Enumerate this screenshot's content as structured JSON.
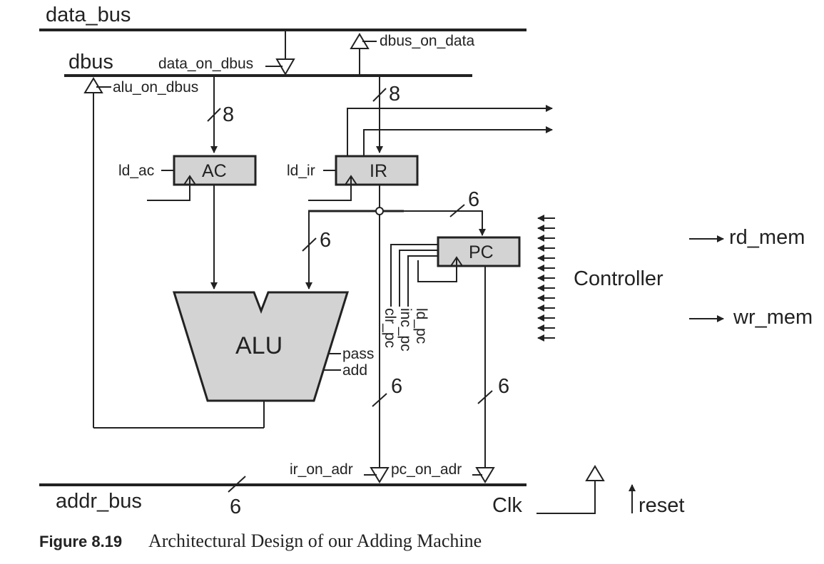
{
  "buses": {
    "data_bus": "data_bus",
    "dbus": "dbus",
    "addr_bus": "addr_bus"
  },
  "signals": {
    "data_on_dbus": "data_on_dbus",
    "dbus_on_data": "dbus_on_data",
    "alu_on_dbus": "alu_on_dbus",
    "ld_ac": "ld_ac",
    "ld_ir": "ld_ir",
    "clr_pc": "clr_pc",
    "inc_pc": "inc_pc",
    "ld_pc": "ld_pc",
    "pass": "pass",
    "add": "add",
    "ir_on_adr": "ir_on_adr",
    "pc_on_adr": "pc_on_adr",
    "clk": "Clk",
    "reset": "reset",
    "rd_mem": "rd_mem",
    "wr_mem": "wr_mem"
  },
  "widths": {
    "dbus_ac": "8",
    "dbus_ir": "8",
    "ir_pc": "6",
    "ir_alu": "6",
    "ir_addr": "6",
    "pc_addr": "6",
    "addr_bus": "6"
  },
  "blocks": {
    "ac": "AC",
    "ir": "IR",
    "pc": "PC",
    "alu": "ALU",
    "controller": "Controller"
  },
  "caption": {
    "number": "Figure 8.19",
    "text": "Architectural Design of our Adding Machine"
  }
}
